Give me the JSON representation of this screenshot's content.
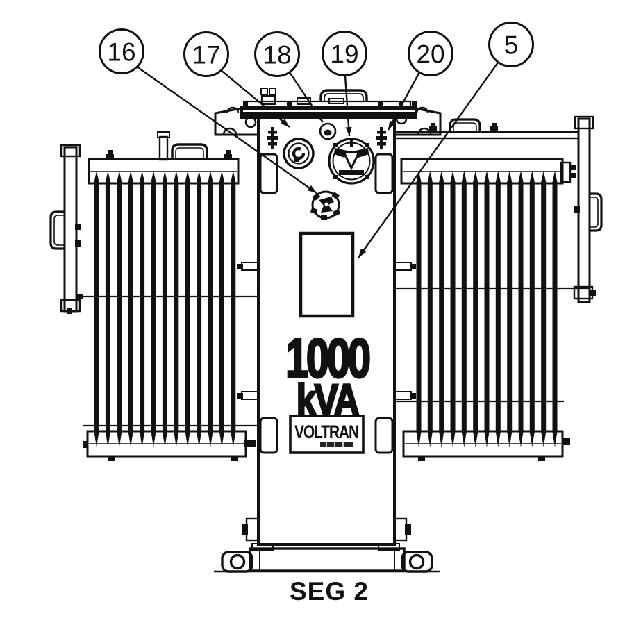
{
  "figure": {
    "caption": "SEG 2",
    "rating_value": "1000",
    "rating_unit": "kVA",
    "brand": "VOLTRAN"
  },
  "callouts": [
    {
      "label": "16"
    },
    {
      "label": "17"
    },
    {
      "label": "18"
    },
    {
      "label": "19"
    },
    {
      "label": "20"
    },
    {
      "label": "5"
    }
  ],
  "colors": {
    "ink": "#111111",
    "paper": "#ffffff"
  }
}
